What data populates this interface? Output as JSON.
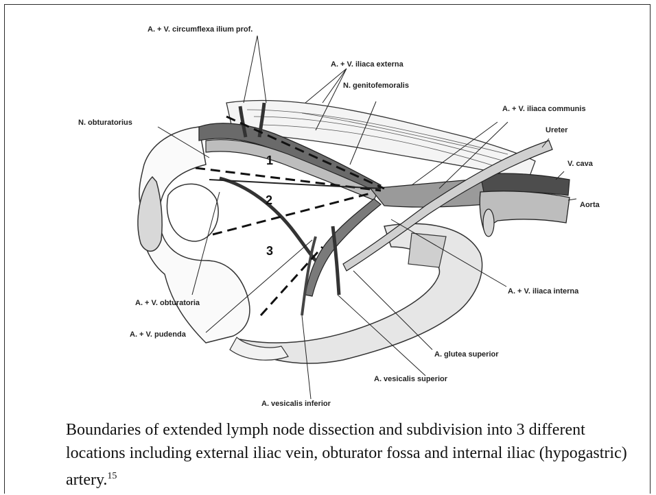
{
  "labels": {
    "circumflexa": "A. + V. circumflexa ilium prof.",
    "iliaca_externa": "A. + V. iliaca externa",
    "genitofemoralis": "N. genitofemoralis",
    "obturatorius": "N. obturatorius",
    "iliaca_communis": "A. + V. iliaca communis",
    "ureter": "Ureter",
    "v_cava": "V. cava",
    "aorta": "Aorta",
    "iliaca_interna": "A. + V. iliaca interna",
    "obturatoria": "A. + V. obturatoria",
    "pudenda": "A. + V. pudenda",
    "glutea_superior": "A. glutea superior",
    "vesicalis_superior": "A. vesicalis superior",
    "vesicalis_inferior": "A. vesicalis inferior"
  },
  "regions": [
    "1",
    "2",
    "3"
  ],
  "caption": {
    "text": "Boundaries of extended lymph node dissection and subdivision into 3 different locations including external iliac vein, obturator fossa and internal iliac (hypogastric) artery.",
    "ref": "15"
  }
}
